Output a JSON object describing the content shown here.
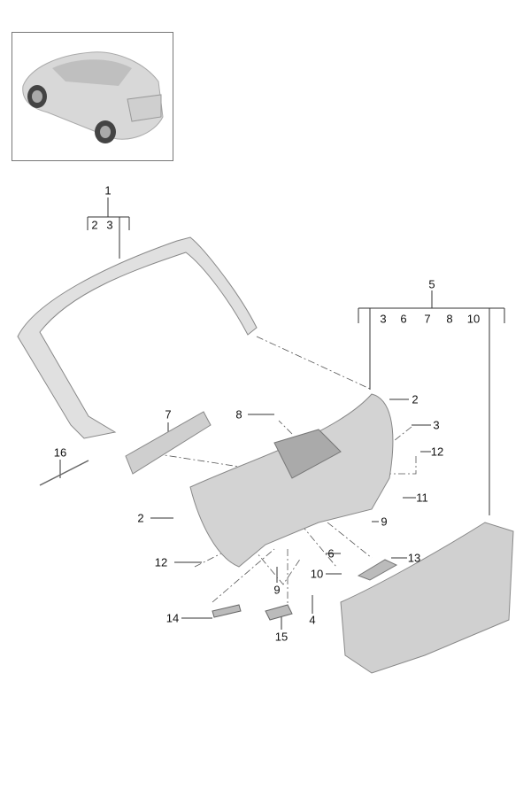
{
  "diagram": {
    "type": "exploded parts diagram",
    "callouts": {
      "c1": "1",
      "c1_sub_2": "2",
      "c1_sub_3": "3",
      "c5": "5",
      "c5_sub_3": "3",
      "c5_sub_6": "6",
      "c5_sub_7": "7",
      "c5_sub_8": "8",
      "c5_sub_10": "10",
      "c2a": "2",
      "c3": "3",
      "c12a": "12",
      "c11": "11",
      "c9a": "9",
      "c13": "13",
      "c6": "6",
      "c10": "10",
      "c4": "4",
      "c15": "15",
      "c14": "14",
      "c9b": "9",
      "c12b": "12",
      "c2b": "2",
      "c16": "16",
      "c7": "7",
      "c8": "8"
    }
  }
}
